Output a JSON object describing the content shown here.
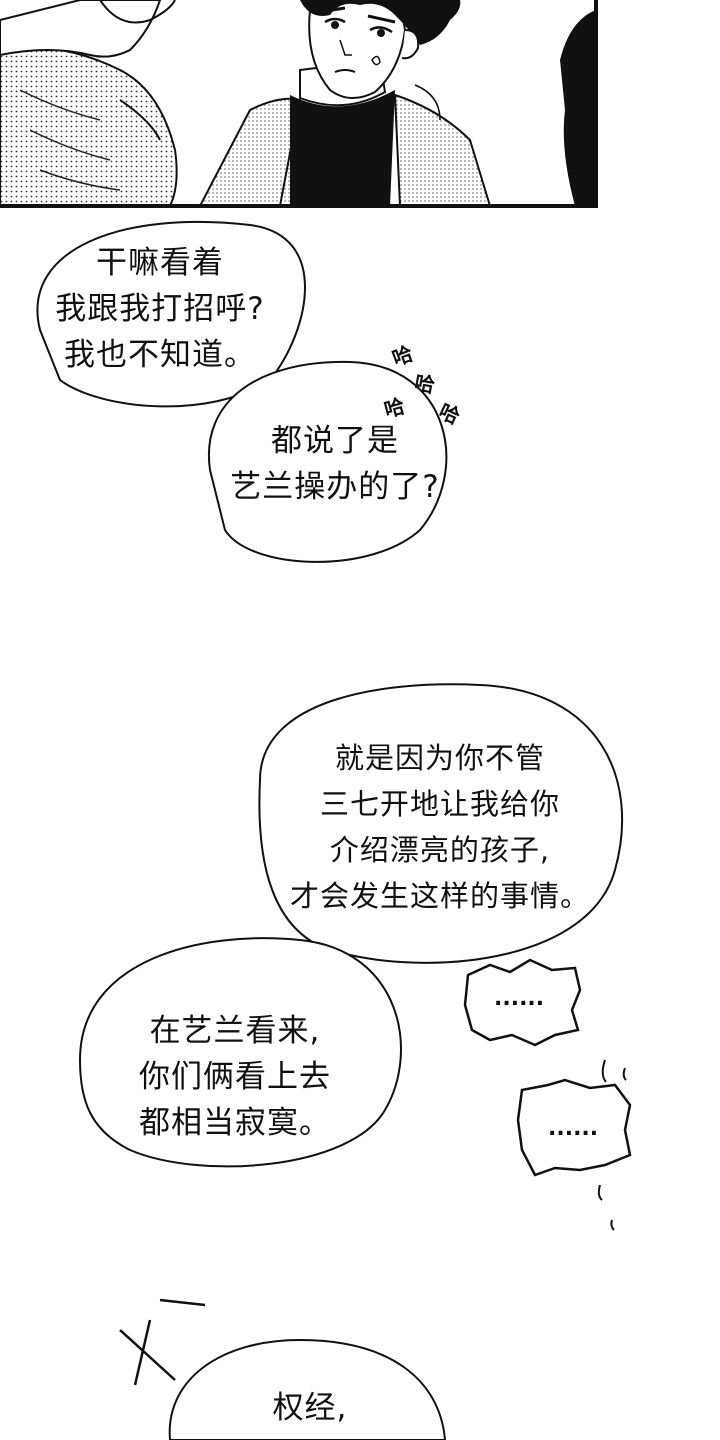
{
  "panel_top": {
    "description_visible": false
  },
  "bubbles": {
    "b1": {
      "lines": [
        "干嘛看着",
        "我跟我打招呼?",
        "我也不知道。"
      ]
    },
    "b2": {
      "lines": [
        "都说了是",
        "艺兰操办的了?"
      ]
    },
    "b3": {
      "lines": [
        "就是因为你不管",
        "三七开地让我给你",
        "介绍漂亮的孩子,",
        "才会发生这样的事情。"
      ]
    },
    "b4": {
      "lines": [
        "在艺兰看来,",
        "你们俩看上去",
        "都相当寂寞。"
      ]
    },
    "b5": {
      "text": "......"
    },
    "b6": {
      "text": "......"
    },
    "b7": {
      "lines": [
        "权经,"
      ]
    }
  },
  "sfx": {
    "laugh": [
      "哈",
      "哈",
      "哈",
      "哈"
    ]
  }
}
